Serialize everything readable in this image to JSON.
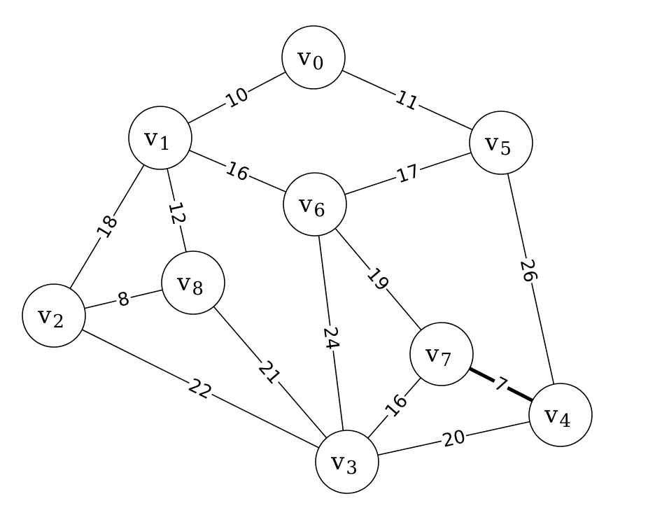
{
  "graph": {
    "nodes": [
      {
        "id": "v0",
        "base": "v",
        "sub": "0"
      },
      {
        "id": "v1",
        "base": "v",
        "sub": "1"
      },
      {
        "id": "v2",
        "base": "v",
        "sub": "2"
      },
      {
        "id": "v3",
        "base": "v",
        "sub": "3"
      },
      {
        "id": "v4",
        "base": "v",
        "sub": "4"
      },
      {
        "id": "v5",
        "base": "v",
        "sub": "5"
      },
      {
        "id": "v6",
        "base": "v",
        "sub": "6"
      },
      {
        "id": "v7",
        "base": "v",
        "sub": "7"
      },
      {
        "id": "v8",
        "base": "v",
        "sub": "8"
      }
    ],
    "edges": [
      {
        "from": "v0",
        "to": "v1",
        "weight": "10"
      },
      {
        "from": "v0",
        "to": "v5",
        "weight": "11"
      },
      {
        "from": "v1",
        "to": "v6",
        "weight": "16"
      },
      {
        "from": "v5",
        "to": "v6",
        "weight": "17"
      },
      {
        "from": "v1",
        "to": "v2",
        "weight": "18"
      },
      {
        "from": "v1",
        "to": "v8",
        "weight": "12"
      },
      {
        "from": "v2",
        "to": "v8",
        "weight": "8"
      },
      {
        "from": "v2",
        "to": "v3",
        "weight": "22"
      },
      {
        "from": "v8",
        "to": "v3",
        "weight": "21"
      },
      {
        "from": "v6",
        "to": "v3",
        "weight": "24"
      },
      {
        "from": "v6",
        "to": "v7",
        "weight": "19"
      },
      {
        "from": "v5",
        "to": "v4",
        "weight": "26"
      },
      {
        "from": "v7",
        "to": "v4",
        "weight": "7",
        "highlighted": true
      },
      {
        "from": "v7",
        "to": "v3",
        "weight": "16"
      },
      {
        "from": "v3",
        "to": "v4",
        "weight": "20"
      }
    ]
  }
}
